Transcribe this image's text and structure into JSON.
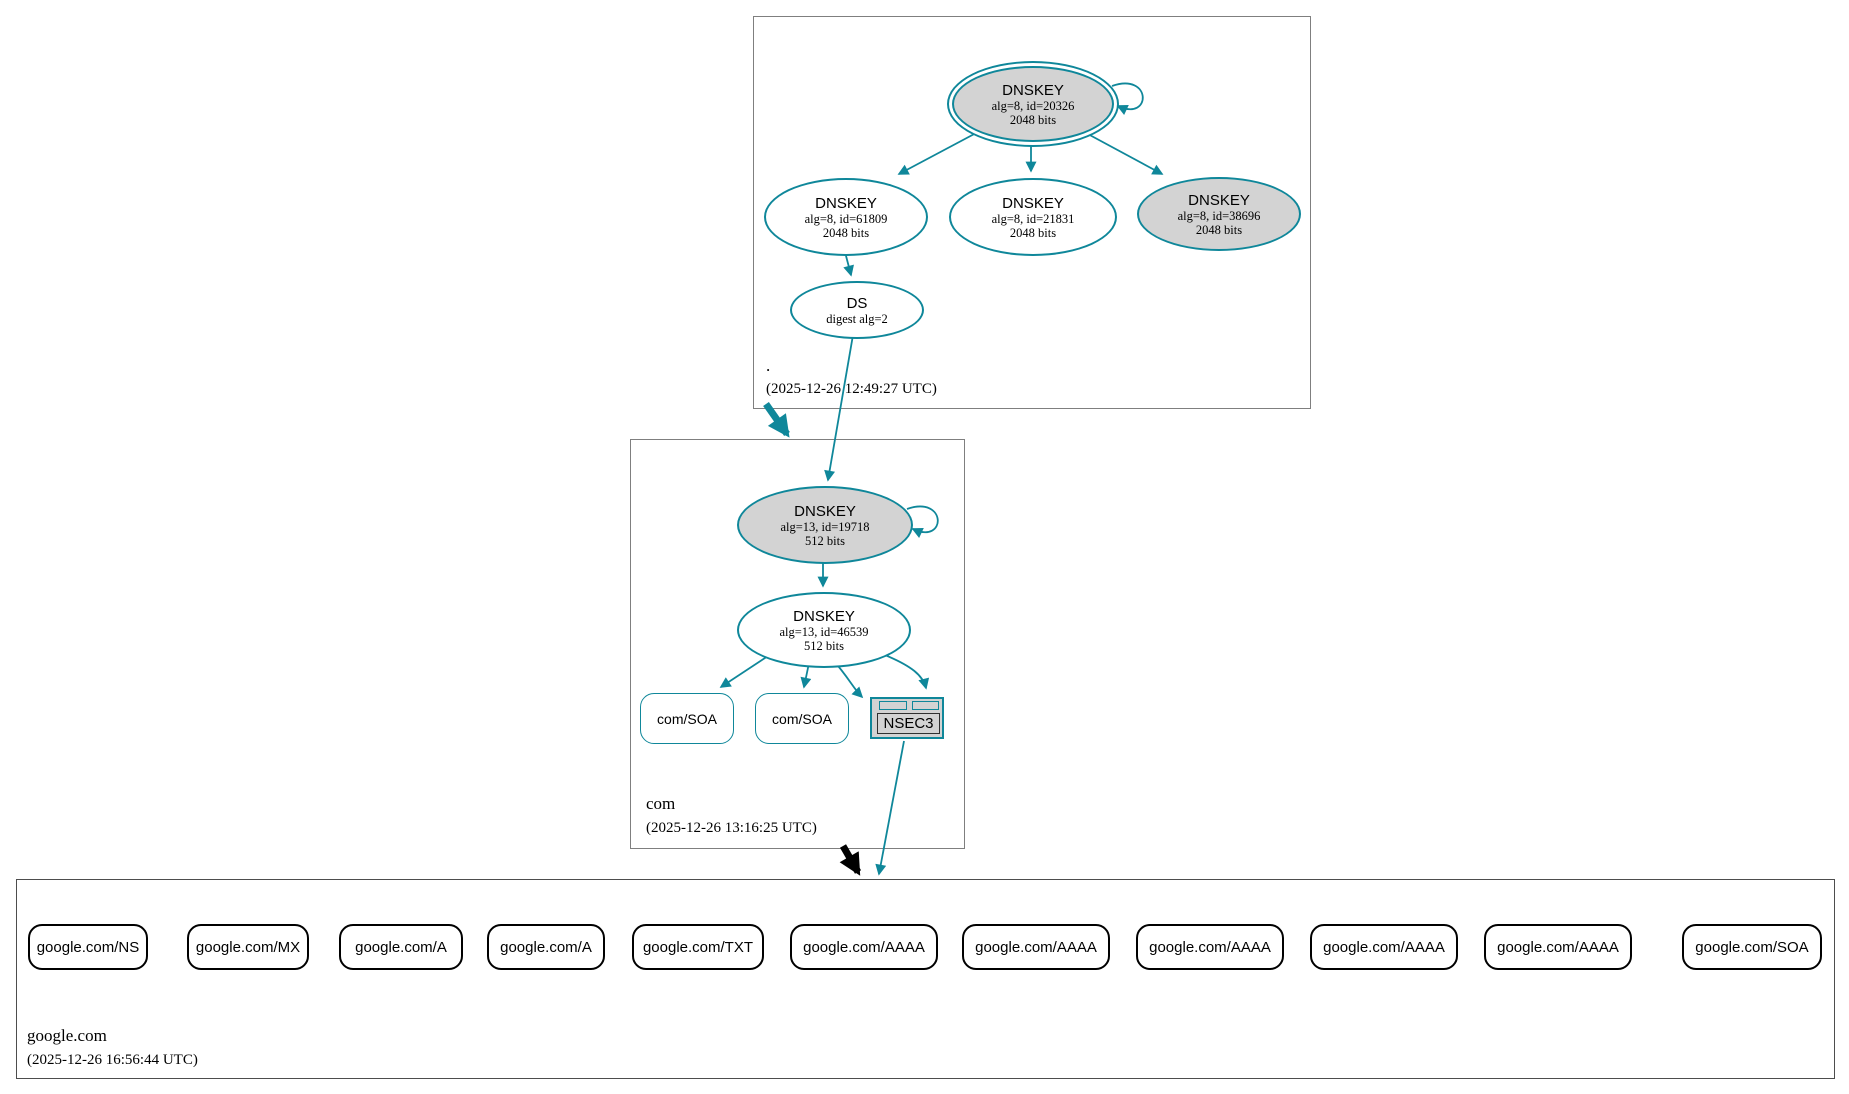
{
  "colors": {
    "secure_teal": "#0f879a",
    "insecure_black": "#000000",
    "key_fill_gray": "#d3d3d3",
    "zone_border_gray": "#7f7f7f",
    "bottom_zone_border": "#4d4d4d"
  },
  "zones": {
    "root": {
      "name": ".",
      "timestamp": "(2025-12-26 12:49:27 UTC)",
      "nodes": {
        "ksk": {
          "title": "DNSKEY",
          "detail": "alg=8, id=20326",
          "bits": "2048 bits"
        },
        "zsk1": {
          "title": "DNSKEY",
          "detail": "alg=8, id=61809",
          "bits": "2048 bits"
        },
        "zsk2": {
          "title": "DNSKEY",
          "detail": "alg=8, id=21831",
          "bits": "2048 bits"
        },
        "zsk3": {
          "title": "DNSKEY",
          "detail": "alg=8, id=38696",
          "bits": "2048 bits"
        },
        "ds": {
          "title": "DS",
          "detail": "digest alg=2"
        }
      }
    },
    "com": {
      "name": "com",
      "timestamp": "(2025-12-26 13:16:25 UTC)",
      "nodes": {
        "ksk": {
          "title": "DNSKEY",
          "detail": "alg=13, id=19718",
          "bits": "512 bits"
        },
        "zsk": {
          "title": "DNSKEY",
          "detail": "alg=13, id=46539",
          "bits": "512 bits"
        },
        "soa1": {
          "label": "com/SOA"
        },
        "soa2": {
          "label": "com/SOA"
        },
        "nsec3": {
          "label": "NSEC3"
        }
      }
    },
    "google": {
      "name": "google.com",
      "timestamp": "(2025-12-26 16:56:44 UTC)",
      "records": [
        {
          "label": "google.com/NS"
        },
        {
          "label": "google.com/MX"
        },
        {
          "label": "google.com/A"
        },
        {
          "label": "google.com/A"
        },
        {
          "label": "google.com/TXT"
        },
        {
          "label": "google.com/AAAA"
        },
        {
          "label": "google.com/AAAA"
        },
        {
          "label": "google.com/AAAA"
        },
        {
          "label": "google.com/AAAA"
        },
        {
          "label": "google.com/AAAA"
        },
        {
          "label": "google.com/SOA"
        }
      ]
    }
  }
}
